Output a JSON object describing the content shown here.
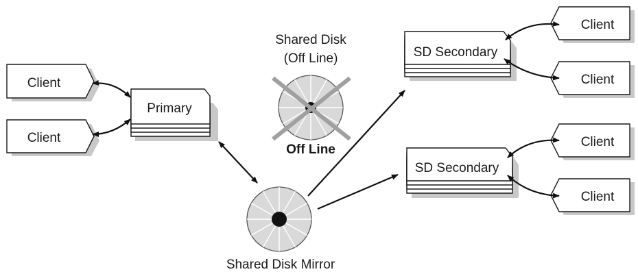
{
  "nodes": {
    "client_left_top": "Client",
    "client_left_bottom": "Client",
    "primary": "Primary",
    "shared_disk_title_line1": "Shared Disk",
    "shared_disk_title_line2": "(Off Line)",
    "shared_disk_status": "Off Line",
    "shared_disk_mirror": "Shared Disk Mirror",
    "sd_secondary_top": "SD Secondary",
    "sd_secondary_bottom": "SD Secondary",
    "client_right_1": "Client",
    "client_right_2": "Client",
    "client_right_3": "Client",
    "client_right_4": "Client"
  },
  "colors": {
    "offline_cross": "#a0a0a0",
    "disk_fill": "#d9d9d9",
    "disk_spoke": "#ffffff",
    "shadow": "#c8c8c8"
  }
}
